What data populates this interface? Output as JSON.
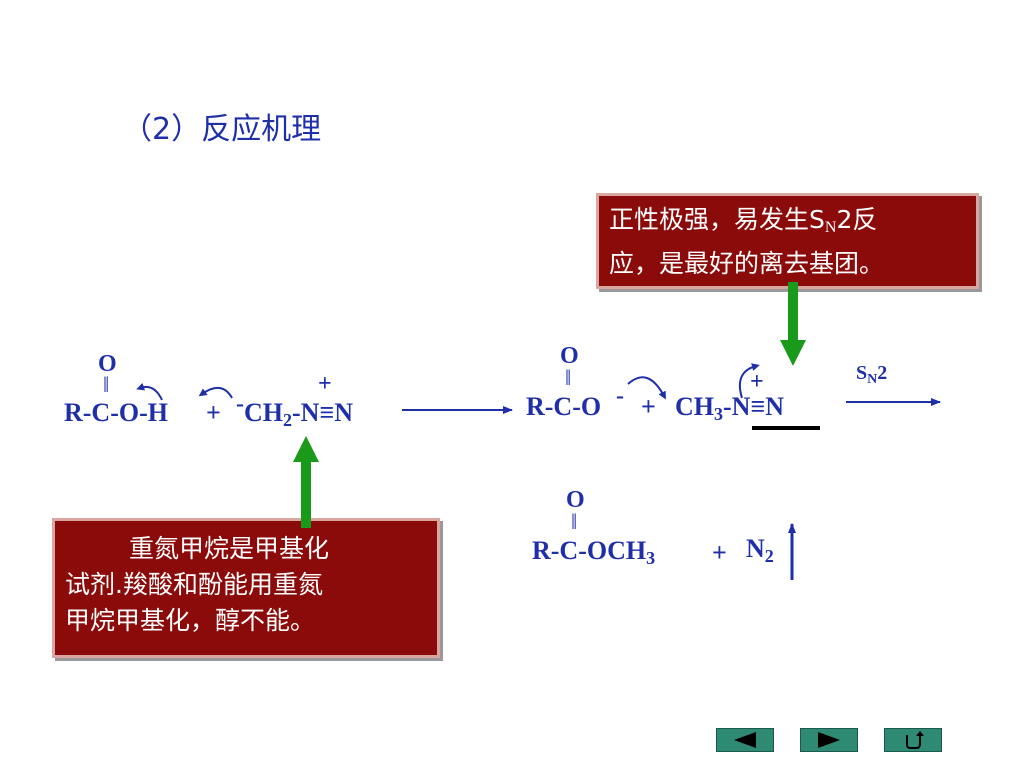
{
  "title": "（2）反应机理",
  "reactant": {
    "o": "O",
    "dbl": "‖",
    "acid": "R-C-O-H",
    "plus": "+",
    "minus": "-",
    "ch2_a": "CH",
    "ch2_sub": "2",
    "ch2_b": "-N≡N",
    "plus_charge": "+"
  },
  "intermediate": {
    "o": "O",
    "dbl": "‖",
    "carboxylate": "R-C-O",
    "minus": "-",
    "plus": "+",
    "ch3_a": "CH",
    "ch3_sub": "3",
    "ch3_b": "-N≡N",
    "plus_charge": "+"
  },
  "sn2": {
    "s": "S",
    "sub": "N",
    "num": "2"
  },
  "product": {
    "o": "O",
    "dbl": "‖",
    "ester_a": "R-C-OCH",
    "ester_sub": "3",
    "plus": "+",
    "n2_a": "N",
    "n2_sub": "2"
  },
  "note_top": {
    "line1_a": "正性极强，易发生S",
    "line1_sub": "N",
    "line1_b": "2反",
    "line2": "应，是最好的离去基团。"
  },
  "note_bottom": {
    "line1": "重氮甲烷是甲基化",
    "line2": "试剂.羧酸和酚能用重氮",
    "line3": "甲烷甲基化，醇不能。"
  },
  "colors": {
    "chem_blue": "#1f2fa8",
    "note_bg": "#8b0a0a",
    "green_arrow": "#1a9a1a",
    "nav_green": "#2f8a73"
  },
  "nav": {
    "prev_icon": "triangle-left-icon",
    "next_icon": "triangle-right-icon",
    "return_icon": "return-arrow-icon"
  }
}
